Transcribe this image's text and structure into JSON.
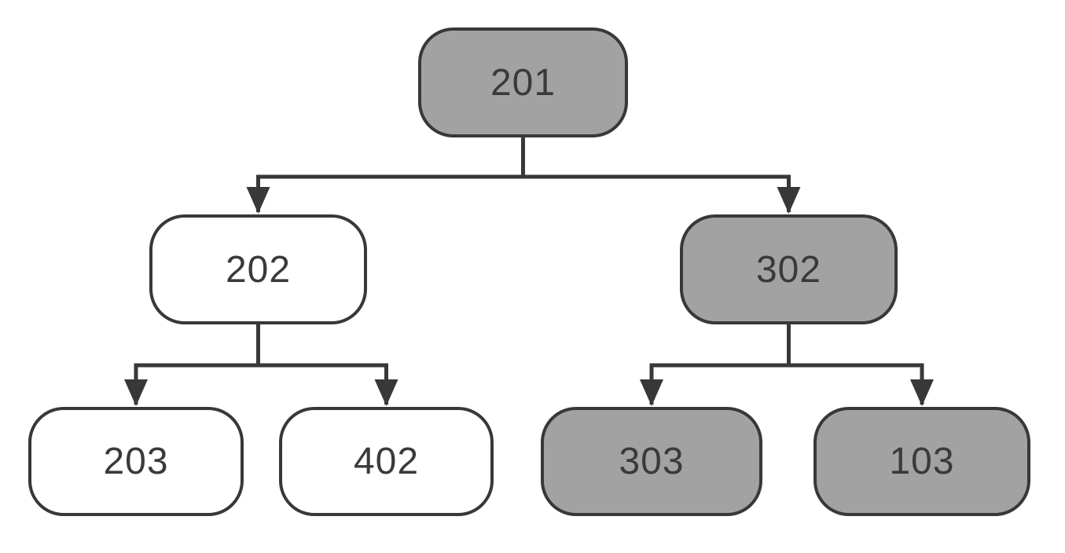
{
  "diagram": {
    "type": "tree",
    "nodes": [
      {
        "id": "201",
        "label": "201",
        "fill": "gray",
        "level": 0
      },
      {
        "id": "202",
        "label": "202",
        "fill": "white",
        "level": 1
      },
      {
        "id": "302",
        "label": "302",
        "fill": "gray",
        "level": 1
      },
      {
        "id": "203",
        "label": "203",
        "fill": "white",
        "level": 2
      },
      {
        "id": "402",
        "label": "402",
        "fill": "white",
        "level": 2
      },
      {
        "id": "303",
        "label": "303",
        "fill": "gray",
        "level": 2
      },
      {
        "id": "103",
        "label": "103",
        "fill": "gray",
        "level": 2
      }
    ],
    "edges": [
      {
        "from": "201",
        "to": "202"
      },
      {
        "from": "201",
        "to": "302"
      },
      {
        "from": "202",
        "to": "203"
      },
      {
        "from": "202",
        "to": "402"
      },
      {
        "from": "302",
        "to": "303"
      },
      {
        "from": "302",
        "to": "103"
      }
    ],
    "colors": {
      "node_gray": "#a2a2a2",
      "node_white": "#ffffff",
      "stroke": "#383838",
      "text": "#3a3a3a",
      "background": "#ffffff"
    }
  }
}
